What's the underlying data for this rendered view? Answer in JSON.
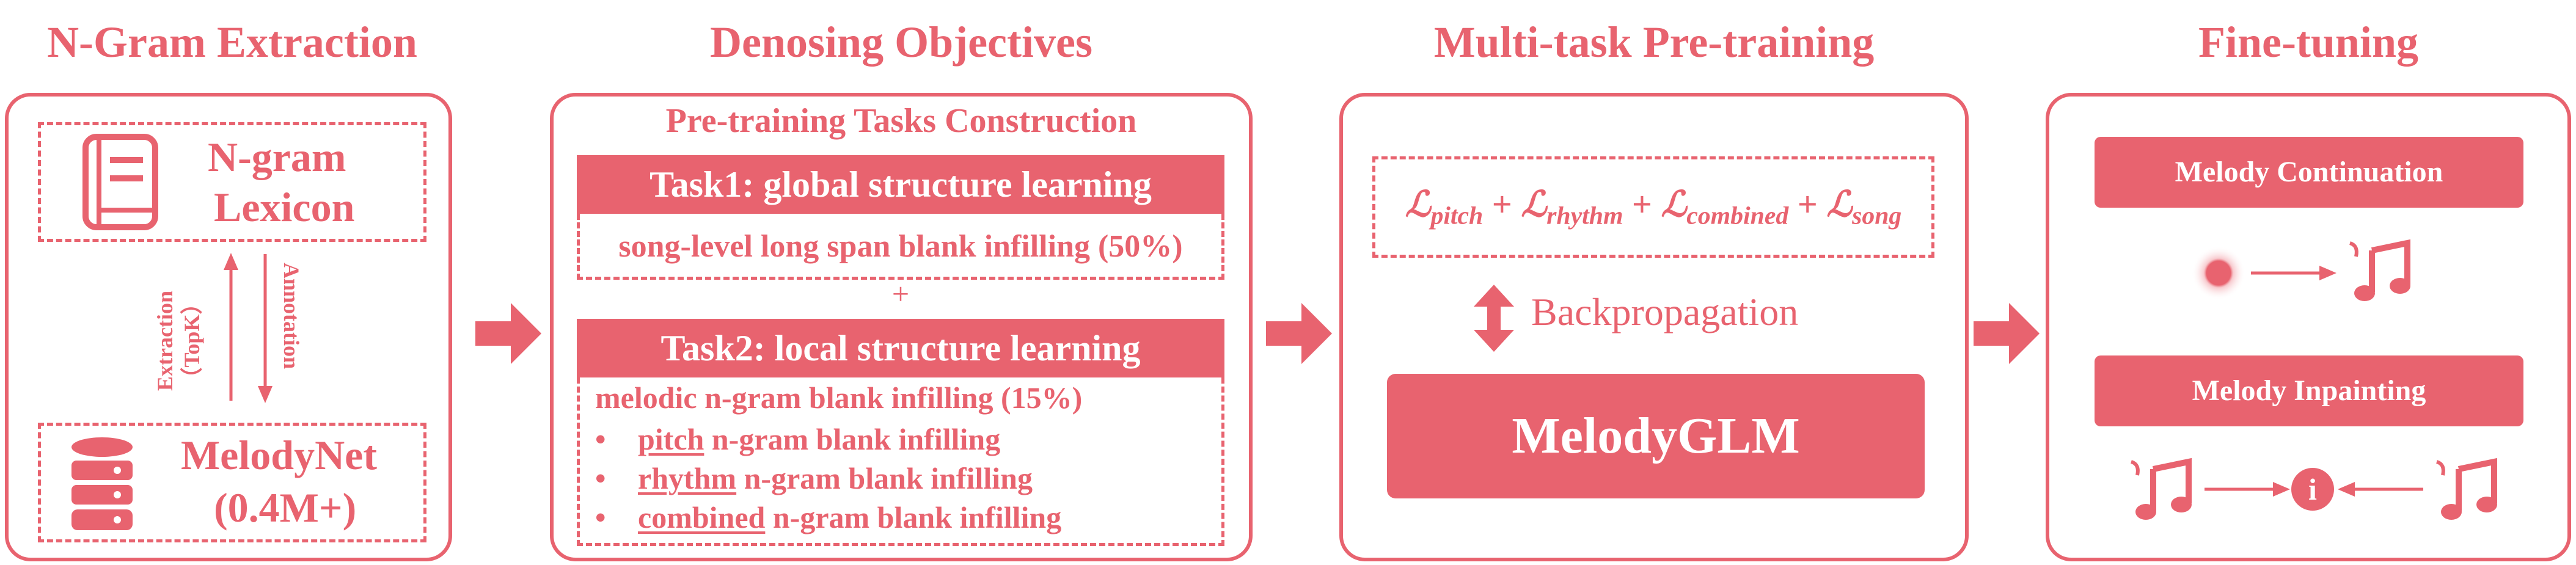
{
  "stages": {
    "ngram": {
      "title": "N-Gram Extraction",
      "lexicon_line1": "N-gram",
      "lexicon_line2": "Lexicon",
      "extraction_label": "Extraction\n（TopK）",
      "annotation_label": "Annotation",
      "melodynet_line1": "MelodyNet",
      "melodynet_line2": "(0.4M+)"
    },
    "denoising": {
      "title": "Denosing Objectives",
      "subtitle": "Pre-training Tasks Construction",
      "task1_header": "Task1: global structure learning",
      "task1_detail": "song-level long span blank infilling  (50%)",
      "plus": "+",
      "task2_header": "Task2: local structure learning",
      "task2_detail": "melodic n-gram blank infilling (15%)",
      "items": [
        {
          "key": "pitch",
          "rest": " n-gram blank infilling"
        },
        {
          "key": "rhythm",
          "rest": " n-gram blank infilling"
        },
        {
          "key": "combined",
          "rest": " n-gram blank infilling"
        }
      ],
      "bullet": "•"
    },
    "pretraining": {
      "title": "Multi-task Pre-training",
      "loss_symbol": "ℒ",
      "loss_terms": [
        "pitch",
        "rhythm",
        "combined",
        "song"
      ],
      "plus": "+",
      "backprop": "Backpropagation",
      "model": "MelodyGLM"
    },
    "finetuning": {
      "title": "Fine-tuning",
      "task_a": "Melody Continuation",
      "task_b": "Melody Inpainting",
      "info_glyph": "i"
    }
  },
  "colors": {
    "accent": "#e8636f",
    "background": "#ffffff",
    "text_on_accent": "#ffffff"
  },
  "icons": [
    "book-icon",
    "database-icon",
    "music-note-icon",
    "dot-icon",
    "info-icon",
    "right-arrow-icon",
    "double-arrow-icon"
  ]
}
